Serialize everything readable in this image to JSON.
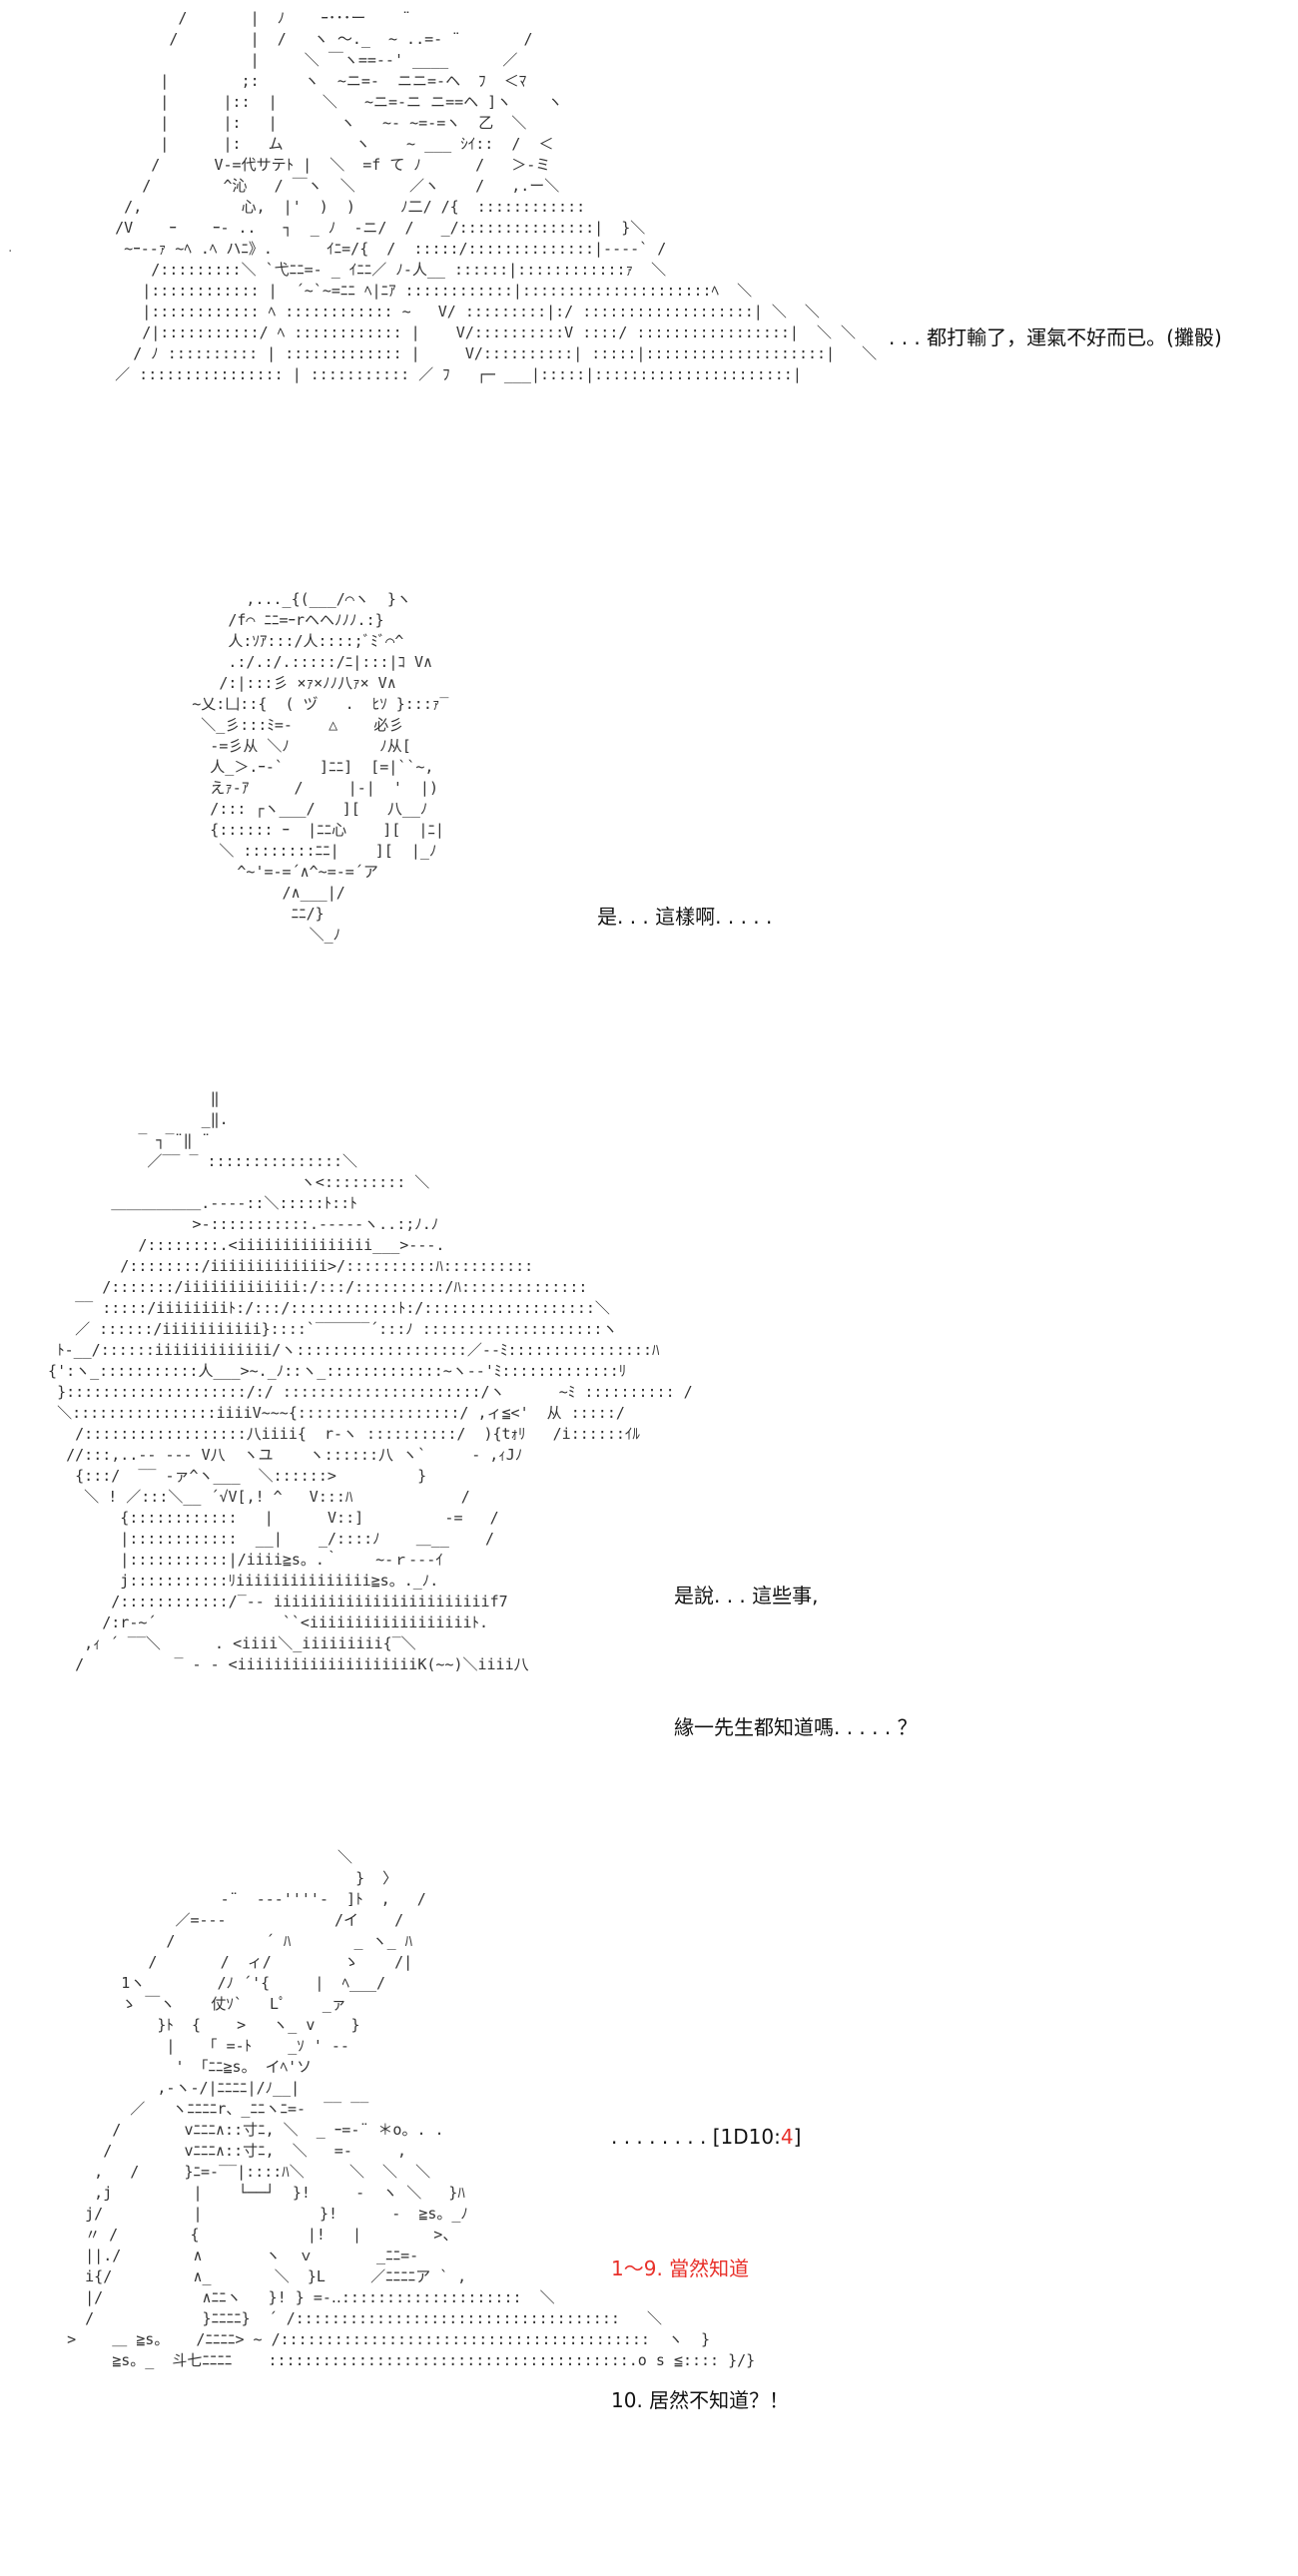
{
  "panels": [
    {
      "art_lines": [
        "            /       |  ﾉ    ｰ･･･ー    ¨",
        "           /        |  /   ヽ ～._  ~ ..=- ¨       /",
        "                    |     ＼ ￣ヽ==‐-' ____      ／",
        "          |        ;:     ヽ  ~ニ=-  ニニ=-ヘ  ﾌ  ＜ﾏ",
        "          |      |::  |     ＼   ~ニ=-ニ ニ==ヘ ]ヽ    ヽ",
        "          |      |:   |       ヽ   ~‐ ~=‐=ヽ  乙  ＼",
        "          |      |:   ム        ヽ    ~ ___ ｼｲ::  /  ＜",
        "         /      V‐=代サテﾄ |  ＼  =f て ﾉ      /   ＞-ミ",
        "        /        ^沁   / ￣ヽ  ＼      ／ヽ    /   ,.ー＼",
        "      /,           心,  |'  )  )     ﾉ二/ /{  ::::::::::::",
        "     /V    ｰ    ｰ- ..   ┐  _ ﾉ  -ニ/  /   _/:::::::::::::::|  }＼",
        "      ~ｰ--ｧ ~ﾍ .ﾍ ハﾆ》.      ｲﾆ=/{  /  :::::/::::::::::::::|----` /",
        "         /:::::::::＼ `弋ﾆﾆ=- _ ｲﾆﾆ／ ﾉ‐人__ ::::::|::::::::::::ｧ  ＼",
        "        |:::::::::::: |  ´~`~=ﾆﾆ ﾍ|ﾆｱ ::::::::::::|:::::::::::::::::::::ﾍ  ＼",
        "        |:::::::::::: ﾍ :::::::::::: ~   V/ :::::::::|:/ :::::::::::::::::::| ＼  ＼",
        "        /|:::::::::::/ ﾍ :::::::::::: |    V/::::::::::V ::::/ :::::::::::::::::|  ＼ ＼",
        "       / ﾉ :::::::::: | ::::::::::::: |     V/::::::::::| :::::|::::::::::::::::::::|   ＼",
        "     ／ :::::::::::::::: | ::::::::::: ／ ﾌ   ┌─ ___|:::::|::::::::::::::::::::::|"
      ],
      "dialog": [
        ". . . 都打輸了，運氣不好而已。(攤骰)"
      ]
    },
    {
      "art_lines": [
        "              ,..._{(___/⌒ヽ  }ヽ",
        "            /f⌒ ﾆﾆ=ｰrヘヘﾉﾉﾉ.:}",
        "            人:ｿｱ:::/人::::;ﾞﾐﾞ⌒^",
        "            .:/.:/.:::::/ﾆ|:::|ｺ V∧",
        "           /:|:::彡 ×ｧ×ﾉﾉ八ｧ× V∧",
        "        ~乂:凵::{  ( ヅ   .  ﾋｿ }:::ｧ‾",
        "         ＼_彡:::ﾐ=-    △    必彡",
        "          ‐=彡从 ＼ﾉ          ﾉ从[",
        "          人_＞.ｰ‐`    ]ﾆﾆ]  [=|``~,",
        "          えｧ-ｱ     /     |‐|  '  |)",
        "          /::: ┌ヽ___/   ][   八__ﾉ",
        "          {:::::: ｰ  |ﾆﾆ心    ][  |ﾆ|",
        "           ＼ ::::::::ﾆﾆ|    ][  |_ﾉ",
        "             ^~'=-=´∧^~=-=´ア",
        "                  /∧___|/",
        "                   ﾆﾆ/}",
        "                     ＼_ﾉ"
      ],
      "dialog": [
        "是. . . 這樣啊. . . . ."
      ]
    },
    {
      "art_lines": [
        "                    ‖",
        "                   _‖.",
        "            ‾ ┐‾¨‖ ¨",
        "             ／‾‾ ‾ :::::::::::::::＼",
        "                              ヽ<::::::::: ＼",
        "         ＿＿＿＿＿＿.-‐‐‐::＼:::::ﾄ::ﾄ",
        "                  >-:::::::::::.--‐‐‐ヽ..:;ﾉ.ﾉ",
        "            /::::::::.<iiiiiiiiiiiiiii___>‐‐‐.",
        "          /::::::::/iiiiiiiiiiiii>/::::::::::ﾊ::::::::::",
        "        /:::::::/iiiiiiiiiiiii:/:::/::::::::::/ﾊ::::::::::::::",
        "     ‾‾ :::::/iiiiiiiiﾄ:/:::/::::::::::::ﾄ:/:::::::::::::::::::＼",
        "     ／ ::::::/iiiiiiiiiii}::::`‾‾‾‾‾‾´:::ﾉ ::::::::::::::::::::ヽ",
        "   ﾄ-__/::::::iiiiiiiiiiiii/ヽ:::::::::::::::::::／‐‐ﾐ::::::::::::::::ﾊ",
        "  {':ヽ_:::::::::::人___>~._ﾉ::ヽ_:::::::::::::~ヽ--'ﾐ:::::::::::::ﾘ",
        "   }::::::::::::::::::::/:/ ::::::::::::::::::::::/ヽ      ~ﾐ :::::::::: /",
        "   ＼::::::::::::::::iiiiV~~~{::::::::::::::::::/ ,ィ≦<'  从 :::::/",
        "     /::::::::::::::::::八iiii{  r‐ヽ ::::::::::/  ){tｫﾘ   /i::::::ｲﾙ",
        "    //:::,..-‐ ‐‐‐ V八  ヽユ    ヽ::::::八 ヽ`     ‐ ,ｨJﾉ",
        "     {:::/  ‾‾ ‐ァ^ヽ___  ＼::::::>         }",
        "      ＼ ! ／:::＼__ ´√V[,! ^   V:::ﾊ            /",
        "          {::::::::::::   |      V::]         ‐=   /",
        "          |::::::::::::  __|    _/::::ﾉ    ＿__    /",
        "          |:::::::::::|/iiii≧s。.｀    ~‐ｒ‐‐‐ｲ",
        "          j:::::::::::ﾘiiiiiiiiiiiiiii≧s。._ﾉ.",
        "         /::::::::::::/‾‐‐ iiiiiiiiiiiiiiiiiiiiiiiif7",
        "        /:r‐~´              ``<iiiiiiiiiiiiiiiiiiﾄ.",
        "      ,ｨ ´ ‾‾＼      . <iiii＼_iiiiiiiii{‾＼",
        "     /          ‾ ‐ ‐ <iiiiiiiiiiiiiiiiiiiiK(~~)＼iiii八"
      ],
      "dialog": [
        "是說. . . 這些事,",
        "緣一先生都知道嗎. . . . . ？"
      ]
    },
    {
      "art_lines": [
        "                                 ＼",
        "                                   }  〉",
        "                    -¨  -‐‐''''‐  ]ﾄ  ,   /",
        "               ／=‐‐‐            /イ    /",
        "              /          ´ ﾊ       _ ヽ_ ﾊ",
        "            /       /  ィ/        ゝ    /|",
        "         1ヽ        /ﾉ ´'{     |  ﾍ___/",
        "         ゝ ￣ヽ    仗ｿ`   Lﾟ    _ァ",
        "             }ﾄ  {    >   ヽ_ v    }",
        "              |   「 =-ﾄ    _ｿ ' ‐‐",
        "               ' 「ﾆﾆ≧s。 イﾍ'ソ",
        "             ,‐ヽ‐/|ﾆﾆﾆﾆ|/ﾉ__|",
        "          ／   ヽﾆﾆﾆﾆr、_ﾆﾆヽﾆ=-  ‾‾ ‾‾",
        "        /       vﾆﾆﾆ∧::寸ﾆ, ＼  _ ｰ=-¨ ＊o。. .",
        "       /        vﾆﾆﾆ∧::寸ﾆ,  ＼   =-     ,",
        "      ,   /     }ﾆ=-‾‾|::::ﾊ＼     ＼  ＼  ＼",
        "      ,j         |    └──┘  }!     -  ヽ ＼   }ﾊ",
        "     j/          |             }!      ‐  ≧s。_ﾉ",
        "     〃 /        {            |!   |        >、",
        "     ||./        ∧       ヽ  ｖ       _ﾆﾆ=-",
        "     i{/         ∧_       ＼  }L     ／ﾆﾆﾆﾆア ` ,",
        "     |/           ∧ﾆﾆヽ   }! } =-‥::::::::::::::::::::  ＼",
        "     /            }ﾆﾆﾆﾆ}  ´ /::::::::::::::::::::::::::::::::::::   ＼",
        "   >    ＿ ≧s。   /ﾆﾆﾆﾆ> ~ /:::::::::::::::::::::::::::::::::::::::::  ヽ  }",
        "        ≧s。_  斗七ﾆﾆﾆﾆ    ::::::::::::::::::::::::::::::::::::::::.o s ≦:::: }/}"
      ],
      "dialog_plain": ". . . . . . . . [1D10:",
      "dialog_roll": "4",
      "dialog_close": "]",
      "option_true": "1～9. 當然知道",
      "option_false": "10. 居然不知道？！"
    }
  ]
}
